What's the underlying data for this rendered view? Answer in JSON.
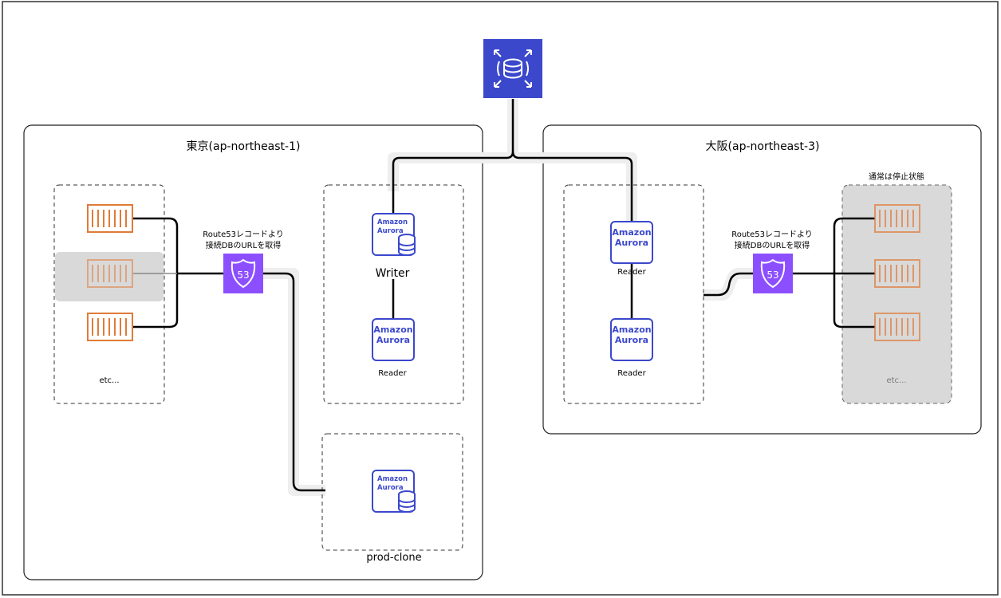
{
  "regions": {
    "tokyo": {
      "title": "東京(ap-northeast-1)"
    },
    "osaka": {
      "title": "大阪(ap-northeast-3)"
    }
  },
  "route53": {
    "tokyo_note_line1": "Route53レコードより",
    "tokyo_note_line2": "接続DBのURLを取得",
    "osaka_note_line1": "Route53レコードより",
    "osaka_note_line2": "接続DBのURLを取得",
    "badge_number": "53"
  },
  "aurora": {
    "brand_line1": "Amazon",
    "brand_line2": "Aurora"
  },
  "tokyo": {
    "writer_label": "Writer",
    "reader_label": "Reader",
    "clone_label": "prod-clone",
    "containers_etc": "etc..."
  },
  "osaka": {
    "reader1_label": "Reader",
    "reader2_label": "Reader",
    "stopped_label": "通常は停止状態",
    "containers_etc": "etc..."
  },
  "colors": {
    "rds": "#3b48cc",
    "route53": "#8c4fff",
    "container": "#e07b39",
    "aurora": "#3b48cc"
  },
  "icons": {
    "global_db": "rds-global-database-icon",
    "route53": "route53-icon",
    "container": "container-icon",
    "aurora": "aurora-icon"
  }
}
